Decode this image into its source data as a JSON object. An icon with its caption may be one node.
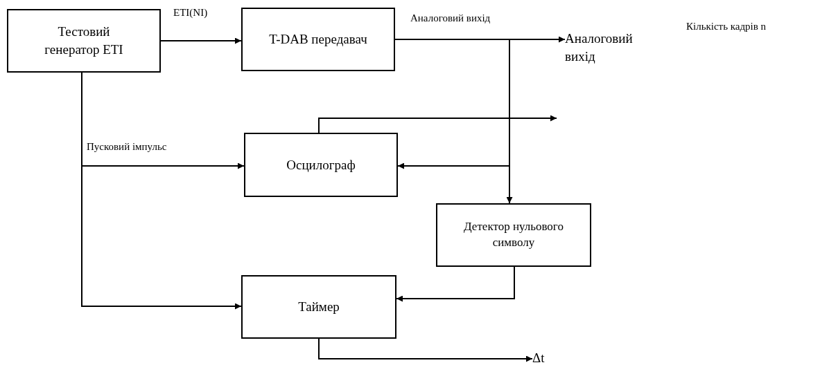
{
  "diagram": {
    "nodes": [
      {
        "text": [
          "Тестовий генератор ETI"
        ]
      },
      {
        "text": [
          "T-DAB передавач"
        ]
      },
      {
        "text": [
          "Аналоговий вихід"
        ]
      },
      {
        "text": [
          "Осцилограф"
        ]
      },
      {
        "text": [
          "Детектор нульового символу"
        ]
      },
      {
        "text": [
          "Таймер"
        ]
      },
      {
        "text": [
          "Δt"
        ]
      }
    ],
    "edges": [
      {
        "from": 0,
        "to": 1,
        "arrow": "to",
        "label": "ETI(NI)"
      },
      {
        "from": 1,
        "to": 2,
        "arrow": "to",
        "label": "Аналоговий вихід"
      },
      {
        "from": 1,
        "to": 3,
        "arrow": "to"
      },
      {
        "from": 1,
        "to": 4,
        "arrow": "to"
      },
      {
        "from": 0,
        "to": 3,
        "arrow": "to",
        "label": "Пусковий імпульс"
      },
      {
        "from": 0,
        "to": 5,
        "arrow": "to"
      },
      {
        "from": 4,
        "to": 5,
        "arrow": "to"
      },
      {
        "from": 3,
        "to": null,
        "arrow": "to"
      },
      {
        "from": 5,
        "to": 6,
        "arrow": "to"
      }
    ],
    "labels": [
      "Кількість кадрів n"
    ]
  }
}
